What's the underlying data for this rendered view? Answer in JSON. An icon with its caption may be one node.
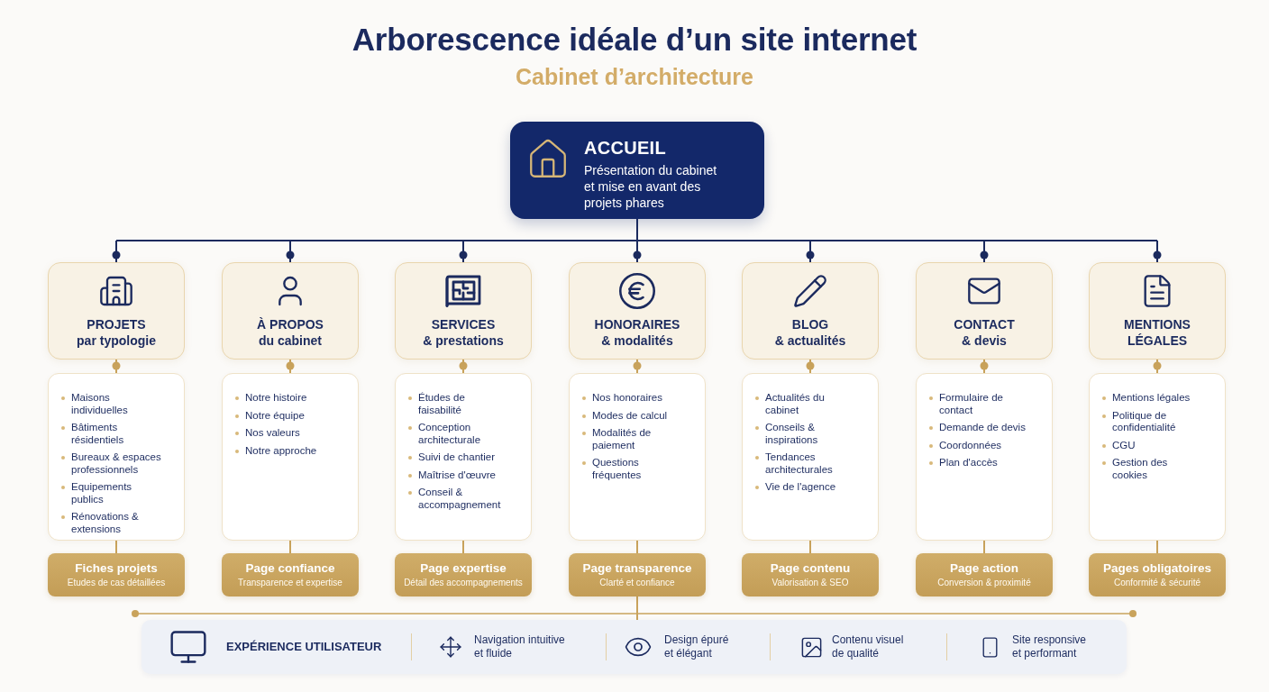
{
  "diagram": {
    "title": "Arborescence idéale d’un site internet",
    "nodes": [
      {
        "text": [
          "ACCUEIL",
          "Présentation du cabinet et mise en avant des projets phares"
        ]
      },
      {
        "text": [
          "PROJETS",
          "par typologie"
        ]
      },
      {
        "text": [
          "Maisons individuelles",
          "Bâtiments résidentiels",
          "Bureaux & espaces professionnels",
          "Equipements publics",
          "Rénovations & extensions"
        ]
      },
      {
        "text": [
          "Fiches projets",
          "Etudes de cas détaillées"
        ]
      },
      {
        "text": [
          "À PROPOS",
          "du cabinet"
        ]
      },
      {
        "text": [
          "Notre histoire",
          "Notre équipe",
          "Nos valeurs",
          "Notre approche"
        ]
      },
      {
        "text": [
          "Page confiance",
          "Transparence et expertise"
        ]
      },
      {
        "text": [
          "SERVICES",
          "& prestations"
        ]
      },
      {
        "text": [
          "Études de faisabilité",
          "Conception architecturale",
          "Suivi de chantier",
          "Maîtrise d'œuvre",
          "Conseil & accompagnement"
        ]
      },
      {
        "text": [
          "Page expertise",
          "Détail des accompagnements"
        ]
      },
      {
        "text": [
          "HONORAIRES",
          "& modalités"
        ]
      },
      {
        "text": [
          "Nos honoraires",
          "Modes de calcul",
          "Modalités de paiement",
          "Questions fréquentes"
        ]
      },
      {
        "text": [
          "Page transparence",
          "Clarté et confiance"
        ]
      },
      {
        "text": [
          "BLOG",
          "& actualités"
        ]
      },
      {
        "text": [
          "Actualités du cabinet",
          "Conseils & inspirations",
          "Tendances architecturales",
          "Vie de l'agence"
        ]
      },
      {
        "text": [
          "Page contenu",
          "Valorisation & SEO"
        ]
      },
      {
        "text": [
          "CONTACT",
          "& devis"
        ]
      },
      {
        "text": [
          "Formulaire de contact",
          "Demande de devis",
          "Coordonnées",
          "Plan d'accès"
        ]
      },
      {
        "text": [
          "Page action",
          "Conversion & proximité"
        ]
      },
      {
        "text": [
          "MENTIONS LÉGALES"
        ]
      },
      {
        "text": [
          "Mentions légales",
          "Politique de confidentialité",
          "CGU",
          "Gestion des cookies"
        ]
      },
      {
        "text": [
          "Pages obligatoires",
          "Conformité & sécurité"
        ]
      },
      {
        "text": [
          "EXPÉRIENCE UTILISATEUR",
          "Navigation intuitive et fluide",
          "Design épuré et élégant",
          "Contenu visuel de qualité",
          "Site responsive et performant"
        ]
      }
    ],
    "edges": [
      {
        "from": 0,
        "to": 1,
        "arrow": "other",
        "color": "#1b2a5e"
      },
      {
        "from": 0,
        "to": 4,
        "arrow": "other",
        "color": "#1b2a5e"
      },
      {
        "from": 0,
        "to": 7,
        "arrow": "other",
        "color": "#1b2a5e"
      },
      {
        "from": 0,
        "to": 10,
        "arrow": "other",
        "color": "#1b2a5e"
      },
      {
        "from": 0,
        "to": 13,
        "arrow": "other",
        "color": "#1b2a5e"
      },
      {
        "from": 0,
        "to": 16,
        "arrow": "other",
        "color": "#1b2a5e"
      },
      {
        "from": 0,
        "to": 19,
        "arrow": "other",
        "color": "#1b2a5e"
      },
      {
        "from": 1,
        "to": 2,
        "arrow": "other"
      },
      {
        "from": 4,
        "to": 5,
        "arrow": "other"
      },
      {
        "from": 7,
        "to": 8,
        "arrow": "other"
      },
      {
        "from": 10,
        "to": 11,
        "arrow": "other"
      },
      {
        "from": 13,
        "to": 14,
        "arrow": "other"
      },
      {
        "from": 16,
        "to": 17,
        "arrow": "other"
      },
      {
        "from": 19,
        "to": 20,
        "arrow": "other"
      },
      {
        "from": 2,
        "to": 3,
        "arrow": "none"
      },
      {
        "from": 5,
        "to": 6,
        "arrow": "none"
      },
      {
        "from": 8,
        "to": 9,
        "arrow": "none"
      },
      {
        "from": 11,
        "to": 12,
        "arrow": "none"
      },
      {
        "from": 14,
        "to": 15,
        "arrow": "none"
      },
      {
        "from": 17,
        "to": 18,
        "arrow": "none"
      },
      {
        "from": 20,
        "to": 21,
        "arrow": "none"
      },
      {
        "from": 12,
        "to": 22,
        "arrow": "none"
      }
    ],
    "labels": [
      "Cabinet d’architecture"
    ]
  }
}
